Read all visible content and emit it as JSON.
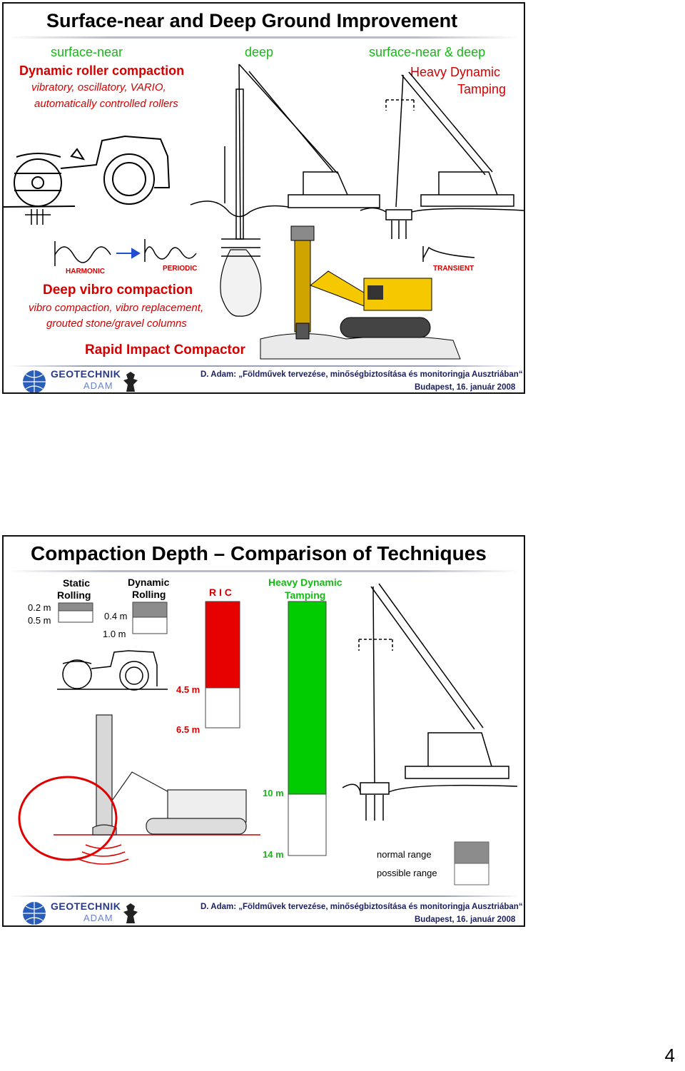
{
  "slide1": {
    "title": "Surface-near and Deep Ground Improvement",
    "col_surface": "surface-near",
    "col_deep": "deep",
    "col_both": "surface-near & deep",
    "roller_title": "Dynamic roller compaction",
    "roller_sub1": "vibratory, oscillatory, VARIO,",
    "roller_sub2": "automatically controlled rollers",
    "hdt_line1": "Heavy Dynamic",
    "hdt_line2": "Tamping",
    "wave_harmonic": "HARMONIC",
    "wave_periodic": "PERIODIC",
    "wave_transient": "TRANSIENT",
    "vibro_title": "Deep vibro compaction",
    "vibro_sub1": "vibro compaction, vibro replacement,",
    "vibro_sub2": "grouted stone/gravel columns",
    "ric_title": "Rapid Impact Compactor"
  },
  "slide2": {
    "title": "Compaction Depth – Comparison of Techniques",
    "static_line1": "Static",
    "static_line2": "Rolling",
    "dynamic_line1": "Dynamic",
    "dynamic_line2": "Rolling",
    "ric_label": "R I C",
    "hdt_line1": "Heavy Dynamic",
    "hdt_line2": "Tamping",
    "depth_static_normal": "0.2 m",
    "depth_static_possible": "0.5 m",
    "depth_dynamic_normal": "0.4 m",
    "depth_dynamic_possible": "1.0 m",
    "depth_ric_normal": "4.5 m",
    "depth_ric_possible": "6.5 m",
    "depth_hdt_normal": "10 m",
    "depth_hdt_possible": "14 m",
    "legend_normal": "normal range",
    "legend_possible": "possible range"
  },
  "footer": {
    "logo_text1": "GEOTECHNIK",
    "logo_text2": "ADAM",
    "citation": "D. Adam: „Földművek tervezése, minőségbiztosítása és monitoringja Ausztriában“",
    "place_date": "Budapest, 16. január 2008"
  },
  "page_number": "4",
  "colors": {
    "green_text": "#17b817",
    "red_text": "#d40000",
    "ric_bar": "#e60000",
    "hdt_bar": "#00cc00",
    "gray_swatch": "#8c8c8c",
    "navy_text": "#1a1f5e"
  }
}
